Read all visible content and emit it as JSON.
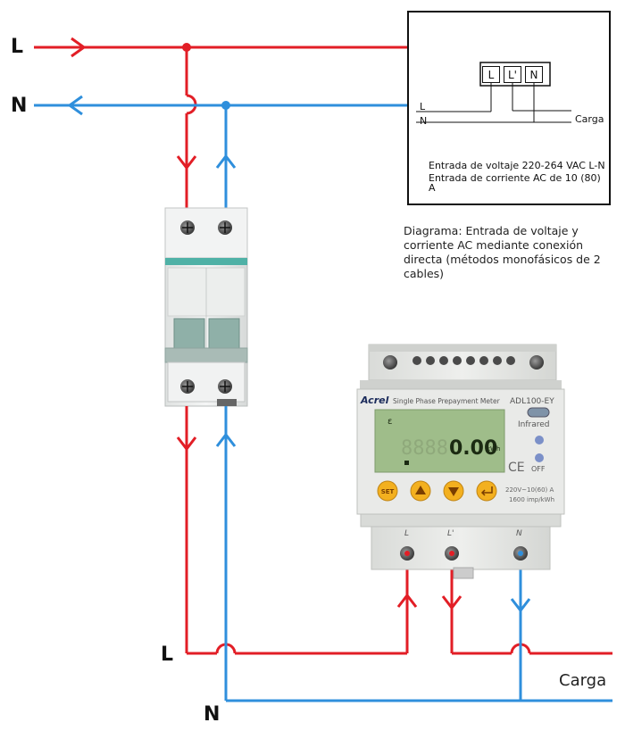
{
  "labels": {
    "line_top": "L",
    "neutral_top": "N",
    "line_bottom": "L",
    "neutral_bottom": "N",
    "load_bottom": "Carga"
  },
  "inset_diagram": {
    "terminals": [
      "L",
      "L'",
      "N"
    ],
    "wire_l": "L",
    "wire_n": "N",
    "load": "Carga",
    "spec_voltage": "Entrada de voltaje 220-264 VAC L-N",
    "spec_current": "Entrada de corriente AC de 10 (80) A"
  },
  "caption": "Diagrama: Entrada de voltaje y corriente AC mediante conexión directa (métodos monofásicos de 2 cables)",
  "meter": {
    "brand": "Acrel",
    "description": "Single Phase Prepayment Meter",
    "model": "ADL100-EY",
    "display_value": "0.00",
    "display_unit": "kWh",
    "infrared_label": "Infrared",
    "off_label": "OFF",
    "set_label": "SET",
    "rating": "220V~10(60) A",
    "constant": "1600 imp/kWh",
    "terminal_labels": [
      "L",
      "L'",
      "N"
    ]
  },
  "colors": {
    "line_wire": "#e21e26",
    "neutral_wire": "#2f8fdc",
    "breaker_body": "#eceeed",
    "breaker_stripe": "#4fb1a6",
    "meter_body": "#e6e7e5",
    "button_yellow": "#f3b01f"
  }
}
